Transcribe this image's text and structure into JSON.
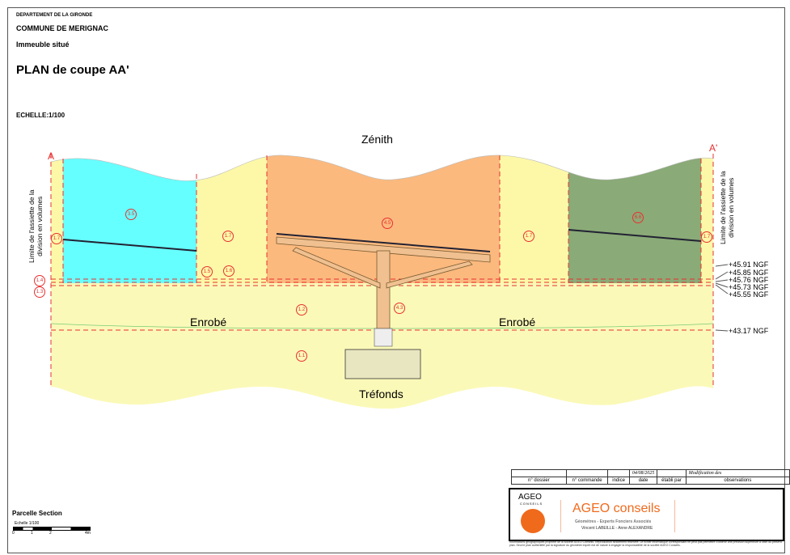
{
  "header": {
    "department": "DEPARTEMENT DE LA GIRONDE",
    "commune": "COMMUNE DE MERIGNAC",
    "building": "Immeuble situé",
    "title": "PLAN de coupe AA'",
    "scale": "ECHELLE:1/100"
  },
  "drawing": {
    "zenith": "Zénith",
    "trefonds": "Tréfonds",
    "enrobe_left": "Enrobé",
    "enrobe_right": "Enrobé",
    "section_a": "A",
    "section_a_prime": "A'",
    "limit_label_left": [
      "Limite de l'assiette de la",
      "division en volumes"
    ],
    "limit_label_right": [
      "Limite de l'assiette de la",
      "division en volumes"
    ],
    "volumes": {
      "v11": "1.1",
      "v12": "1.2",
      "v13": "1.3",
      "v14": "1.4",
      "v15": "1.5",
      "v16": "1.6",
      "v17": "1.7",
      "v35": "3.5",
      "v45": "4.5",
      "v43": "4.3",
      "v66": "6.6"
    },
    "levels": [
      "+45.91 NGF",
      "+45.85 NGF",
      "+45.76 NGF",
      "+45.73 NGF",
      "+45.55 NGF",
      "+43.17 NGF"
    ],
    "colors": {
      "cyan": "#66ffff",
      "orange": "#fbb97e",
      "green": "#8aaa77",
      "yellow": "#fcf8a8",
      "red": "#e83030"
    }
  },
  "title_block": {
    "row1": [
      "",
      "",
      "",
      "04/08/2025",
      "",
      "Modification des"
    ],
    "headers": [
      "n° dossier",
      "n° commande",
      "indice",
      "date",
      "établi par",
      "observations"
    ]
  },
  "company": {
    "logo_text": "AGEO",
    "logo_sub": "CONSEILS",
    "name": "AGEO conseils",
    "subtitle": "Géomètres - Experts Fonciers Associés",
    "partners": "Vincent LABEILLE - Anne ALEXANDRE",
    "disclaimer": "Informations géographiques propriété de la société AGEO Conseils. Reproduction strictement réservée. Le fichier informatique correspondant ne peut pas permettre d'obtenir une précision supérieure à celle du présent plan. Seul le plan authentifié par la signature du géomètre expert est de nature à engager la responsabilité de la société AGEO Conseils."
  },
  "scalebar": {
    "title": "Parcelle Section",
    "label": "Echelle 1/100",
    "ticks": [
      "0",
      "1",
      "2",
      "4m"
    ]
  }
}
